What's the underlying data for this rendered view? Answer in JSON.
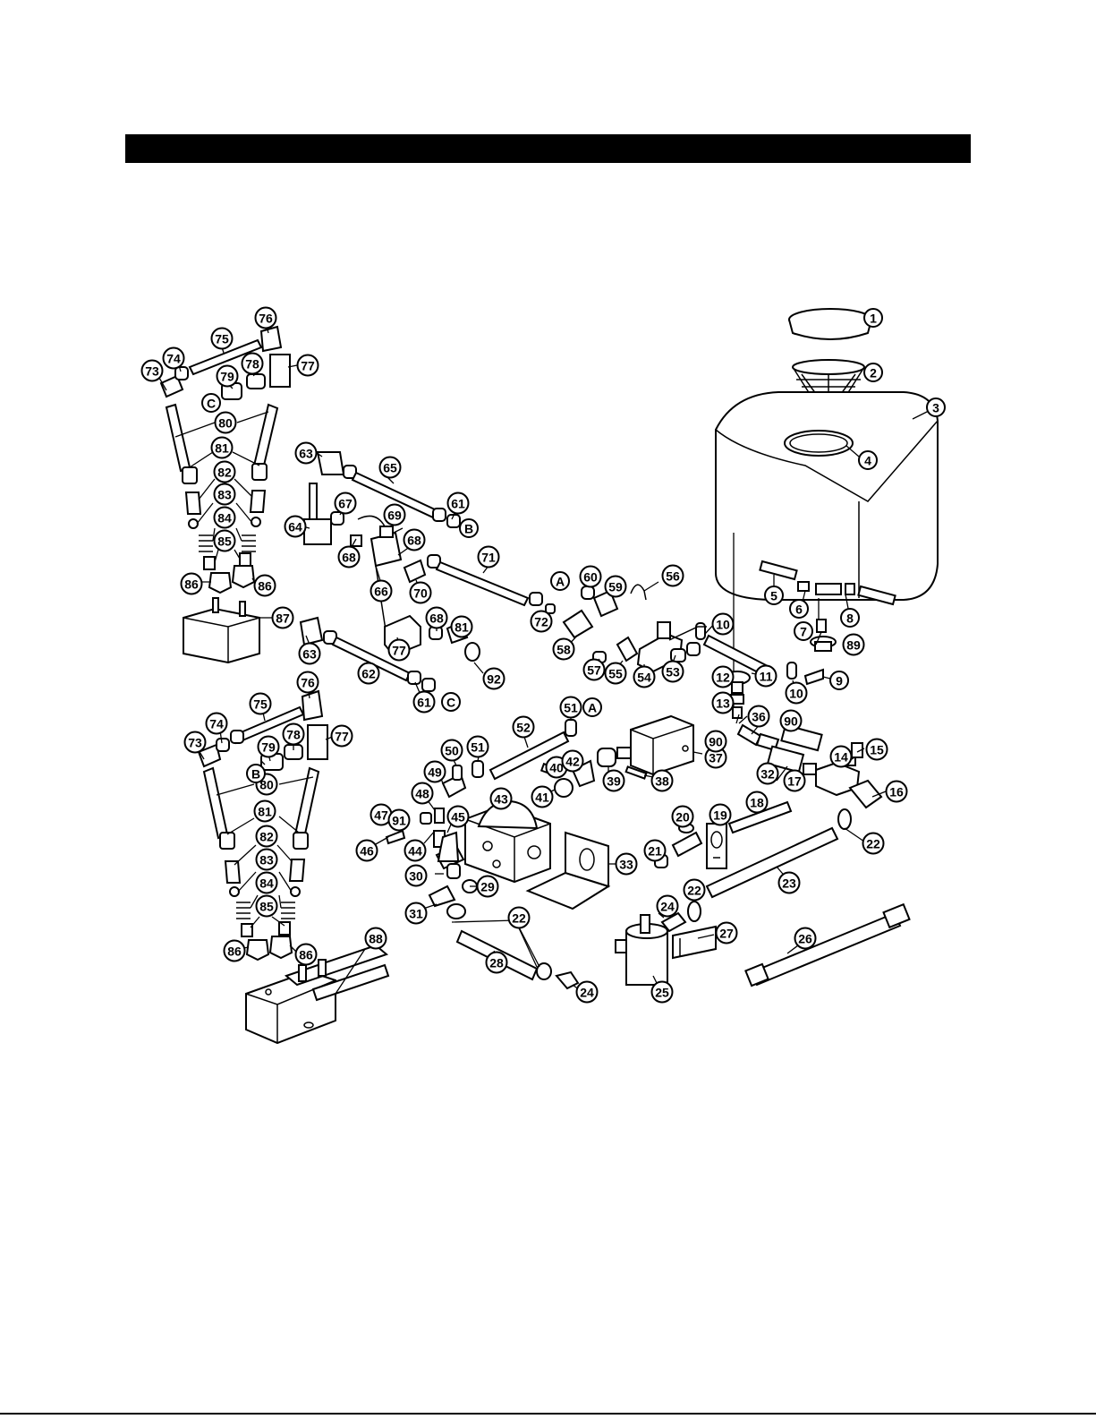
{
  "header": {
    "title": ""
  },
  "callouts": [
    {
      "id": "c1",
      "label": "1"
    },
    {
      "id": "c2",
      "label": "2"
    },
    {
      "id": "c3",
      "label": "3"
    },
    {
      "id": "c4",
      "label": "4"
    },
    {
      "id": "c5",
      "label": "5"
    },
    {
      "id": "c6",
      "label": "6"
    },
    {
      "id": "c7",
      "label": "7"
    },
    {
      "id": "c8",
      "label": "8"
    },
    {
      "id": "c9",
      "label": "9"
    },
    {
      "id": "c10a",
      "label": "10"
    },
    {
      "id": "c10b",
      "label": "10"
    },
    {
      "id": "c11",
      "label": "11"
    },
    {
      "id": "c12",
      "label": "12"
    },
    {
      "id": "c13",
      "label": "13"
    },
    {
      "id": "c14",
      "label": "14"
    },
    {
      "id": "c15",
      "label": "15"
    },
    {
      "id": "c16",
      "label": "16"
    },
    {
      "id": "c17",
      "label": "17"
    },
    {
      "id": "c18",
      "label": "18"
    },
    {
      "id": "c19",
      "label": "19"
    },
    {
      "id": "c20",
      "label": "20"
    },
    {
      "id": "c21",
      "label": "21"
    },
    {
      "id": "c22a",
      "label": "22"
    },
    {
      "id": "c22b",
      "label": "22"
    },
    {
      "id": "c22c",
      "label": "22"
    },
    {
      "id": "c23",
      "label": "23"
    },
    {
      "id": "c24a",
      "label": "24"
    },
    {
      "id": "c24b",
      "label": "24"
    },
    {
      "id": "c25",
      "label": "25"
    },
    {
      "id": "c26",
      "label": "26"
    },
    {
      "id": "c27",
      "label": "27"
    },
    {
      "id": "c28",
      "label": "28"
    },
    {
      "id": "c29",
      "label": "29"
    },
    {
      "id": "c30",
      "label": "30"
    },
    {
      "id": "c31",
      "label": "31"
    },
    {
      "id": "c32",
      "label": "32"
    },
    {
      "id": "c33",
      "label": "33"
    },
    {
      "id": "c36",
      "label": "36"
    },
    {
      "id": "c37",
      "label": "37"
    },
    {
      "id": "c38",
      "label": "38"
    },
    {
      "id": "c39",
      "label": "39"
    },
    {
      "id": "c40",
      "label": "40"
    },
    {
      "id": "c41",
      "label": "41"
    },
    {
      "id": "c42",
      "label": "42"
    },
    {
      "id": "c43",
      "label": "43"
    },
    {
      "id": "c44",
      "label": "44"
    },
    {
      "id": "c45",
      "label": "45"
    },
    {
      "id": "c46",
      "label": "46"
    },
    {
      "id": "c47",
      "label": "47"
    },
    {
      "id": "c48",
      "label": "48"
    },
    {
      "id": "c49",
      "label": "49"
    },
    {
      "id": "c50",
      "label": "50"
    },
    {
      "id": "c51a",
      "label": "51"
    },
    {
      "id": "c51b",
      "label": "51"
    },
    {
      "id": "c52",
      "label": "52"
    },
    {
      "id": "c53",
      "label": "53"
    },
    {
      "id": "c54",
      "label": "54"
    },
    {
      "id": "c55",
      "label": "55"
    },
    {
      "id": "c56",
      "label": "56"
    },
    {
      "id": "c57",
      "label": "57"
    },
    {
      "id": "c58",
      "label": "58"
    },
    {
      "id": "c59",
      "label": "59"
    },
    {
      "id": "c60",
      "label": "60"
    },
    {
      "id": "c61a",
      "label": "61"
    },
    {
      "id": "c61b",
      "label": "61"
    },
    {
      "id": "c62",
      "label": "62"
    },
    {
      "id": "c63a",
      "label": "63"
    },
    {
      "id": "c63b",
      "label": "63"
    },
    {
      "id": "c64",
      "label": "64"
    },
    {
      "id": "c65",
      "label": "65"
    },
    {
      "id": "c66",
      "label": "66"
    },
    {
      "id": "c67",
      "label": "67"
    },
    {
      "id": "c68a",
      "label": "68"
    },
    {
      "id": "c68b",
      "label": "68"
    },
    {
      "id": "c68c",
      "label": "68"
    },
    {
      "id": "c69",
      "label": "69"
    },
    {
      "id": "c70",
      "label": "70"
    },
    {
      "id": "c71",
      "label": "71"
    },
    {
      "id": "c72",
      "label": "72"
    },
    {
      "id": "c73a",
      "label": "73"
    },
    {
      "id": "c73b",
      "label": "73"
    },
    {
      "id": "c74a",
      "label": "74"
    },
    {
      "id": "c74b",
      "label": "74"
    },
    {
      "id": "c75a",
      "label": "75"
    },
    {
      "id": "c75b",
      "label": "75"
    },
    {
      "id": "c76a",
      "label": "76"
    },
    {
      "id": "c76b",
      "label": "76"
    },
    {
      "id": "c77a",
      "label": "77"
    },
    {
      "id": "c77b",
      "label": "77"
    },
    {
      "id": "c77c",
      "label": "77"
    },
    {
      "id": "c78a",
      "label": "78"
    },
    {
      "id": "c78b",
      "label": "78"
    },
    {
      "id": "c79a",
      "label": "79"
    },
    {
      "id": "c79b",
      "label": "79"
    },
    {
      "id": "c80a",
      "label": "80"
    },
    {
      "id": "c80b",
      "label": "80"
    },
    {
      "id": "c81a",
      "label": "81"
    },
    {
      "id": "c81b",
      "label": "81"
    },
    {
      "id": "c81c",
      "label": "81"
    },
    {
      "id": "c82a",
      "label": "82"
    },
    {
      "id": "c82b",
      "label": "82"
    },
    {
      "id": "c83a",
      "label": "83"
    },
    {
      "id": "c83b",
      "label": "83"
    },
    {
      "id": "c84a",
      "label": "84"
    },
    {
      "id": "c84b",
      "label": "84"
    },
    {
      "id": "c85a",
      "label": "85"
    },
    {
      "id": "c85b",
      "label": "85"
    },
    {
      "id": "c86a",
      "label": "86"
    },
    {
      "id": "c86b",
      "label": "86"
    },
    {
      "id": "c86c",
      "label": "86"
    },
    {
      "id": "c86d",
      "label": "86"
    },
    {
      "id": "c87",
      "label": "87"
    },
    {
      "id": "c88",
      "label": "88"
    },
    {
      "id": "c89",
      "label": "89"
    },
    {
      "id": "c90a",
      "label": "90"
    },
    {
      "id": "c90b",
      "label": "90"
    },
    {
      "id": "c91",
      "label": "91"
    },
    {
      "id": "c92",
      "label": "92"
    },
    {
      "id": "cA1",
      "label": "A"
    },
    {
      "id": "cA2",
      "label": "A"
    },
    {
      "id": "cB1",
      "label": "B"
    },
    {
      "id": "cB2",
      "label": "B"
    },
    {
      "id": "cC1",
      "label": "C"
    },
    {
      "id": "cC2",
      "label": "C"
    }
  ]
}
